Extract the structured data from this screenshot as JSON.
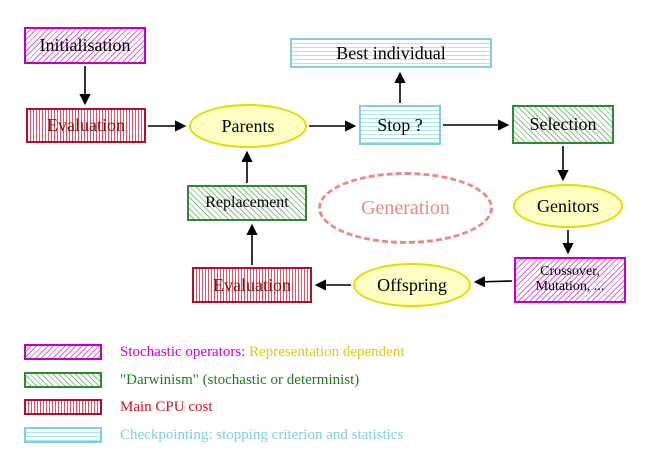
{
  "nodes": {
    "initialisation": "Initialisation",
    "best_individual": "Best individual",
    "evaluation_top": "Evaluation",
    "parents": "Parents",
    "stop": "Stop ?",
    "selection": "Selection",
    "replacement": "Replacement",
    "generation": "Generation",
    "genitors": "Genitors",
    "crossover_line1": "Crossover,",
    "crossover_line2": "Mutation, ...",
    "offspring": "Offspring",
    "evaluation_bottom": "Evaluation"
  },
  "legend": {
    "stochastic": {
      "label": "Stochastic operators:",
      "label2": "Representation dependent"
    },
    "darwinism": {
      "label": "\"Darwinism\" (stochastic or determinist)"
    },
    "cpu": {
      "label": "Main CPU cost"
    },
    "checkpointing": {
      "label": "Checkpointing: stopping criterion and statistics"
    }
  },
  "colors": {
    "magenta": "#cc00cc",
    "green": "#2d8a2d",
    "red": "#cc1122",
    "cyan": "#7fd0d8",
    "yellow_fill": "#ffffc4",
    "yellow_border": "#dede00",
    "legend_yellow": "#e0cc00",
    "generation_pink": "#e98a8a",
    "arrow": "#000000"
  }
}
